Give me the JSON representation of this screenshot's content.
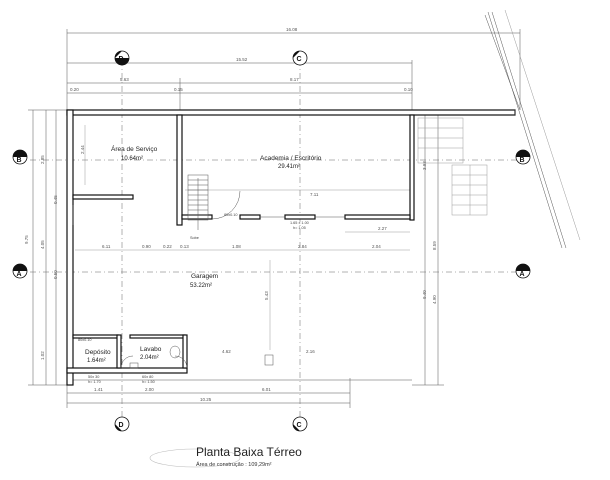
{
  "title": "Planta Baixa Térreo",
  "subtitle": "Área de construção : 109,29m²",
  "rooms": {
    "servico": {
      "name": "Área de Serviço",
      "area": "10.64m²"
    },
    "academia": {
      "name": "Academia / Escritório",
      "area": "29.41m²"
    },
    "garagem": {
      "name": "Garagem",
      "area": "53.22m²"
    },
    "deposito": {
      "name": "Depósito",
      "area": "1.64m²"
    },
    "lavabo": {
      "name": "Lavabo",
      "area": "2.04m²"
    }
  },
  "section_markers": {
    "b": "B",
    "a": "A",
    "c": "C",
    "d": "D"
  },
  "dimensions": {
    "overall_width": "16.08",
    "upper_width": "15.52",
    "bottom_width": "10.25",
    "left_height": "9.75",
    "right_height": "8.59",
    "right_outer": "9.40",
    "d1": "5.63",
    "d2": "8.17",
    "d3": "6.11",
    "d4": "0.90",
    "d5": "0.22",
    "d6": "0.13",
    "d7": "1.08",
    "d8": "2.84",
    "d9": "2.04",
    "d10": "2.27",
    "d11": "7.11",
    "d12": "4.62",
    "d13": "2.16",
    "d14": "6.01",
    "d15": "2.00",
    "d16": "1.41",
    "d17": "2.85",
    "d18": "4.05",
    "d19": "1.02",
    "d20": "2.44",
    "d21": "0.45",
    "d22": "0.50",
    "d23": "5.43",
    "d24": "3.93",
    "d25": "0.20",
    "d26": "0.15",
    "d27": "0.10"
  },
  "annotations": {
    "window_a": "1.65 x 1.00",
    "window_a_h": "h= 1.05",
    "window_b": "80x0.10",
    "door_a": "80x0.10",
    "door_b": "50x 30",
    "door_b_h": "h= 1.70",
    "door_c": "60x 80",
    "door_c_h": "h= 1.50",
    "sobe": "Sobe",
    "right_dim": "4.90"
  }
}
